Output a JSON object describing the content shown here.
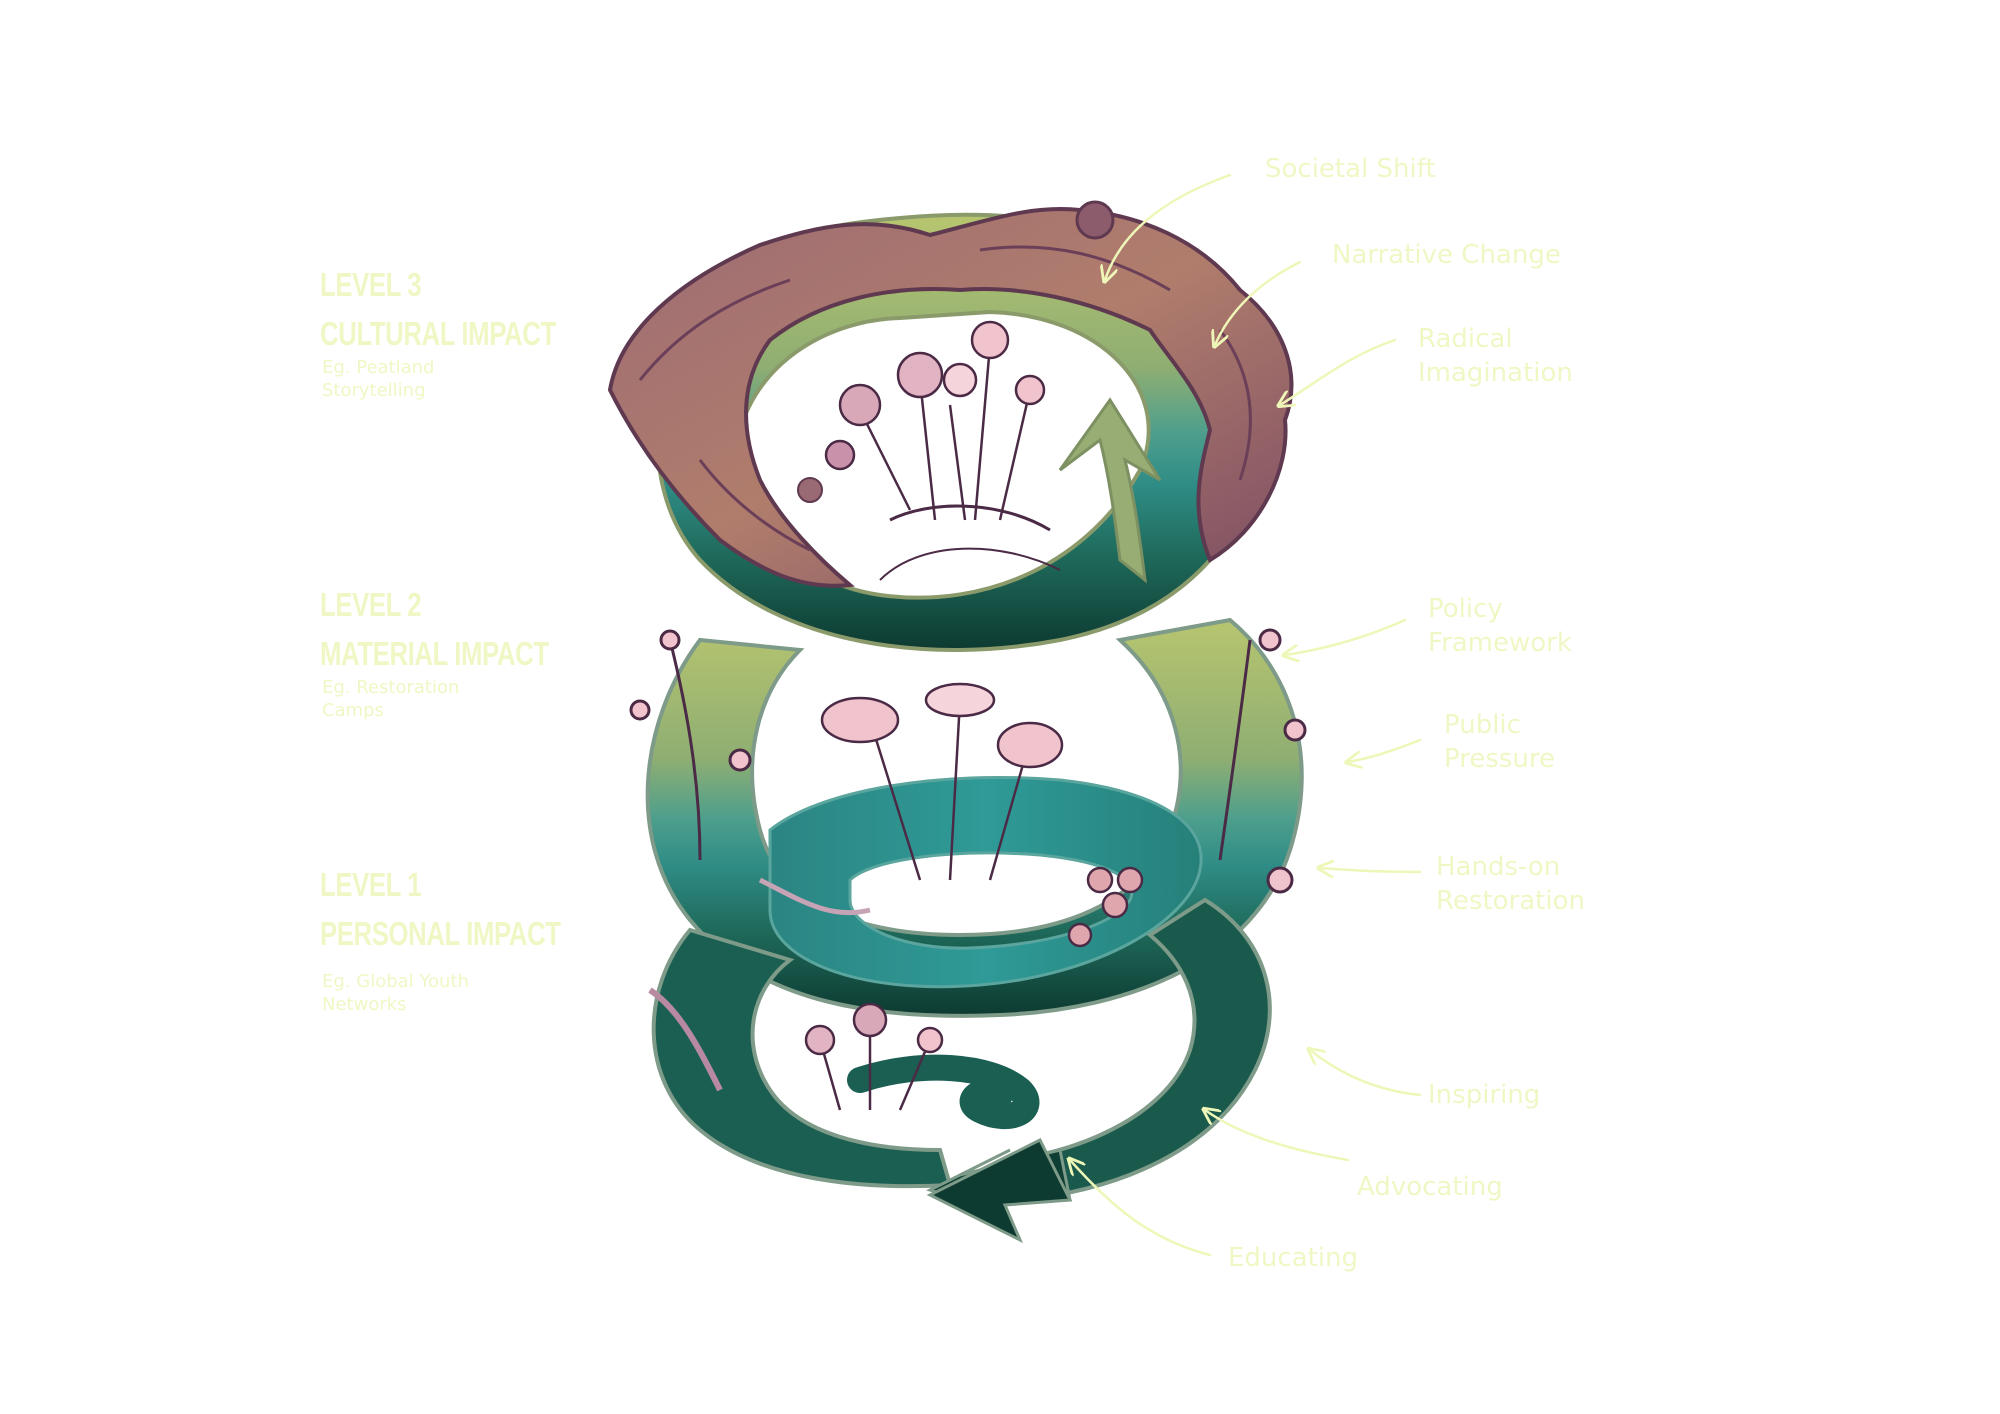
{
  "colors": {
    "label_text": "#f1f7c4",
    "arrow_line": "#eef7b8",
    "top_band": "#a4b665",
    "mid_band": "#3f9a8b",
    "low_band": "#1d6a5b",
    "bottom_band": "#0f4237",
    "peat": "#8e5a6a",
    "flower_pink": "#f1c3cc",
    "flower_ink": "#4b2a46"
  },
  "levels": [
    {
      "title": "LEVEL 3",
      "subtitle": "CULTURAL IMPACT",
      "example_lines": [
        "Eg. Peatland",
        "Storytelling"
      ]
    },
    {
      "title": "LEVEL 2",
      "subtitle": "MATERIAL IMPACT",
      "example_lines": [
        "Eg. Restoration",
        "Camps"
      ]
    },
    {
      "title": "LEVEL 1",
      "subtitle": "PERSONAL IMPACT",
      "example_lines": [
        "Eg. Global Youth",
        "Networks"
      ]
    }
  ],
  "labels": [
    {
      "lines": [
        "Societal Shift"
      ]
    },
    {
      "lines": [
        "Narrative Change"
      ]
    },
    {
      "lines": [
        "Radical",
        "Imagination"
      ]
    },
    {
      "lines": [
        "Policy",
        "Framework"
      ]
    },
    {
      "lines": [
        "Public",
        "Pressure"
      ]
    },
    {
      "lines": [
        "Hands-on",
        "Restoration"
      ]
    },
    {
      "lines": [
        "Inspiring"
      ]
    },
    {
      "lines": [
        "Advocating"
      ]
    },
    {
      "lines": [
        "Educating"
      ]
    }
  ]
}
